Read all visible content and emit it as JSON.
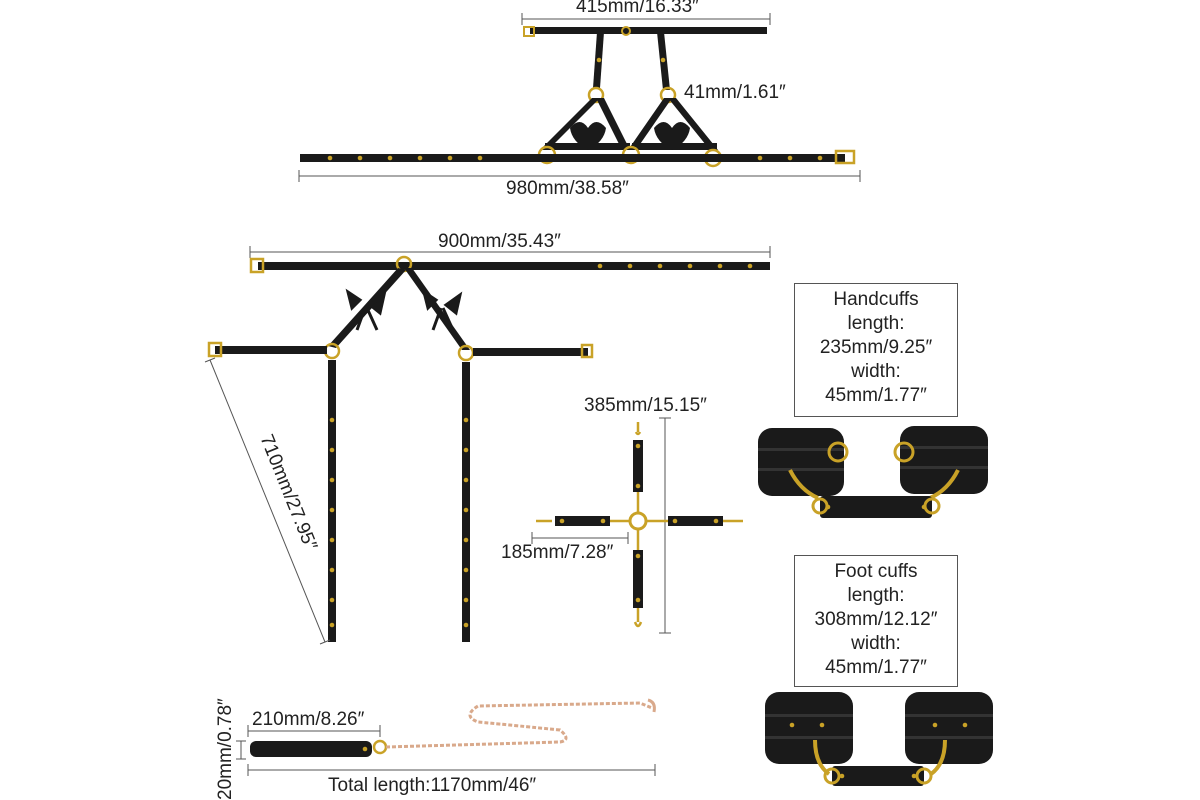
{
  "harness_top": {
    "neck_width": "415mm/16.33″",
    "strap_width": "41mm/1.61″",
    "waist_length": "980mm/38.58″"
  },
  "garter": {
    "waist_length": "900mm/35.43″",
    "leg_length": "710mm/27.95″"
  },
  "hogtie": {
    "long_length": "385mm/15.15″",
    "short_length": "185mm/7.28″"
  },
  "handcuffs": {
    "title": "Handcuffs",
    "length_label": "length:",
    "length_value": "235mm/9.25″",
    "width_label": "width:",
    "width_value": "45mm/1.77″"
  },
  "footcuffs": {
    "title": "Foot cuffs",
    "length_label": "length:",
    "length_value": "308mm/12.12″",
    "width_label": "width:",
    "width_value": "45mm/1.77″"
  },
  "leash": {
    "handle_length": "210mm/8.26″",
    "handle_width": "20mm/0.78″",
    "total_length": "Total length:1170mm/46″"
  },
  "colors": {
    "leather": "#1a1a1a",
    "hardware": "#c9a227",
    "chain": "#d9a98b",
    "dimension_line": "#555555"
  }
}
